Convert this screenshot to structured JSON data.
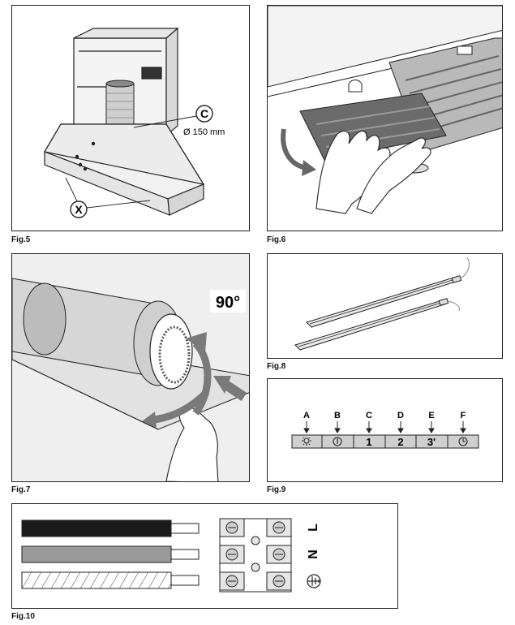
{
  "figures": {
    "fig5": {
      "label": "Fig.5",
      "callout_c": "C",
      "diameter": "Ø 150 mm",
      "callout_x": "X"
    },
    "fig6": {
      "label": "Fig.6"
    },
    "fig7": {
      "label": "Fig.7",
      "angle": "90°"
    },
    "fig8": {
      "label": "Fig.8"
    },
    "fig9": {
      "label": "Fig.9",
      "buttons": [
        {
          "letter": "A",
          "symbol": "light-icon"
        },
        {
          "letter": "B",
          "symbol": "power-icon"
        },
        {
          "letter": "C",
          "symbol_text": "1"
        },
        {
          "letter": "D",
          "symbol_text": "2"
        },
        {
          "letter": "E",
          "symbol_text": "3'"
        },
        {
          "letter": "F",
          "symbol": "timer-icon"
        }
      ]
    },
    "fig10": {
      "label": "Fig.10",
      "terminals": [
        {
          "mark": "L"
        },
        {
          "mark": "N"
        },
        {
          "mark": "ground-icon"
        }
      ]
    }
  },
  "colors": {
    "wire_live": "#1a1a1a",
    "wire_neutral": "#9a9a9a",
    "wire_earth": "#ffffff",
    "button_face": "#cfcfcf",
    "line": "#222222"
  }
}
